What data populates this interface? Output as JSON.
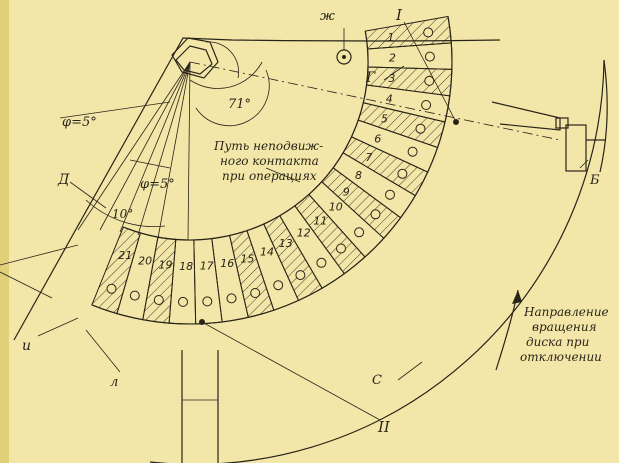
{
  "colors": {
    "background": "#f2e7a8",
    "ink": "#2a2418",
    "hatch": "#2a2418"
  },
  "labels": {
    "zh": "ж",
    "roman_one": "I",
    "roman_two": "II",
    "g": "Г",
    "d": "Д",
    "i": "и",
    "l": "л",
    "s": "С",
    "b": "Б",
    "phi_top": "φ=5°",
    "phi_mid": "φ=5°",
    "angle_71": "71°",
    "angle_10": "10°"
  },
  "path_note": [
    "Путь неподвиж-",
    "ного контакта",
    "при операциях"
  ],
  "rotation_note": [
    "Направление",
    "вращения",
    "диска при",
    "отключении"
  ],
  "contacts": [
    "1",
    "2",
    "3",
    "4",
    "5",
    "6",
    "7",
    "8",
    "9",
    "10",
    "11",
    "12",
    "13",
    "14",
    "15",
    "16",
    "17",
    "18",
    "19",
    "20",
    "21"
  ]
}
